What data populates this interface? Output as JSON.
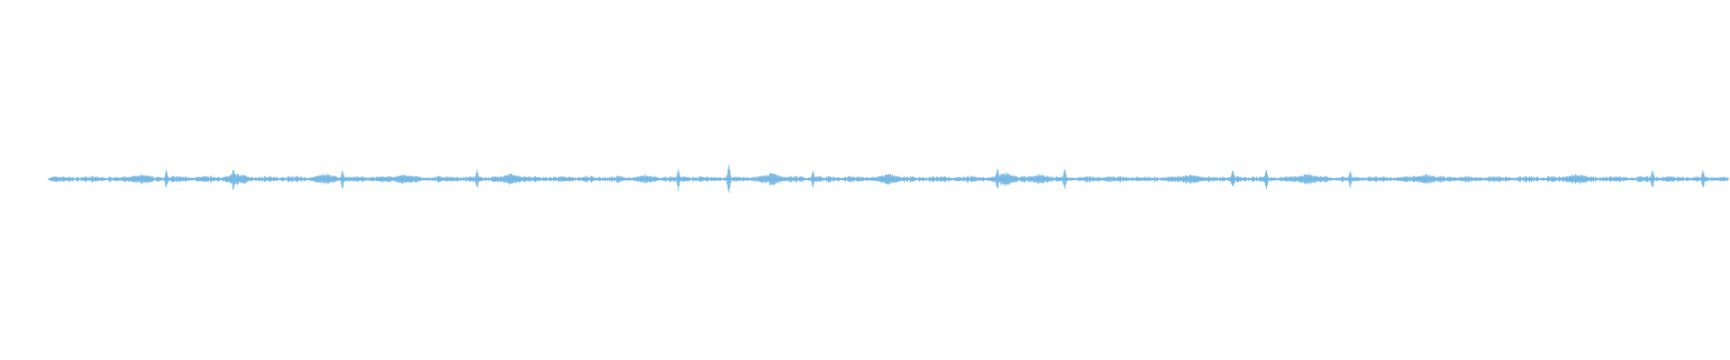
{
  "waveform": {
    "color": "#5aaade",
    "background": "#ffffff",
    "seed": 7,
    "sample_count": 1860,
    "base_amplitude": 0.18,
    "bursts": [
      {
        "t": 0.055,
        "a": 0.45
      },
      {
        "t": 0.112,
        "a": 0.55
      },
      {
        "t": 0.165,
        "a": 0.5
      },
      {
        "t": 0.212,
        "a": 0.45
      },
      {
        "t": 0.275,
        "a": 0.5
      },
      {
        "t": 0.355,
        "a": 0.4
      },
      {
        "t": 0.43,
        "a": 0.55
      },
      {
        "t": 0.5,
        "a": 0.5
      },
      {
        "t": 0.57,
        "a": 0.6
      },
      {
        "t": 0.59,
        "a": 0.45
      },
      {
        "t": 0.68,
        "a": 0.45
      },
      {
        "t": 0.75,
        "a": 0.5
      },
      {
        "t": 0.82,
        "a": 0.45
      },
      {
        "t": 0.91,
        "a": 0.5
      }
    ],
    "spikes": [
      {
        "t": 0.07,
        "a": 0.9
      },
      {
        "t": 0.11,
        "a": 1.0
      },
      {
        "t": 0.175,
        "a": 0.85
      },
      {
        "t": 0.255,
        "a": 0.9
      },
      {
        "t": 0.375,
        "a": 0.95
      },
      {
        "t": 0.405,
        "a": 1.4
      },
      {
        "t": 0.455,
        "a": 0.8
      },
      {
        "t": 0.565,
        "a": 1.1
      },
      {
        "t": 0.605,
        "a": 1.0
      },
      {
        "t": 0.705,
        "a": 0.9
      },
      {
        "t": 0.725,
        "a": 0.9
      },
      {
        "t": 0.775,
        "a": 0.8
      },
      {
        "t": 0.955,
        "a": 0.9
      },
      {
        "t": 0.985,
        "a": 0.85
      }
    ]
  }
}
